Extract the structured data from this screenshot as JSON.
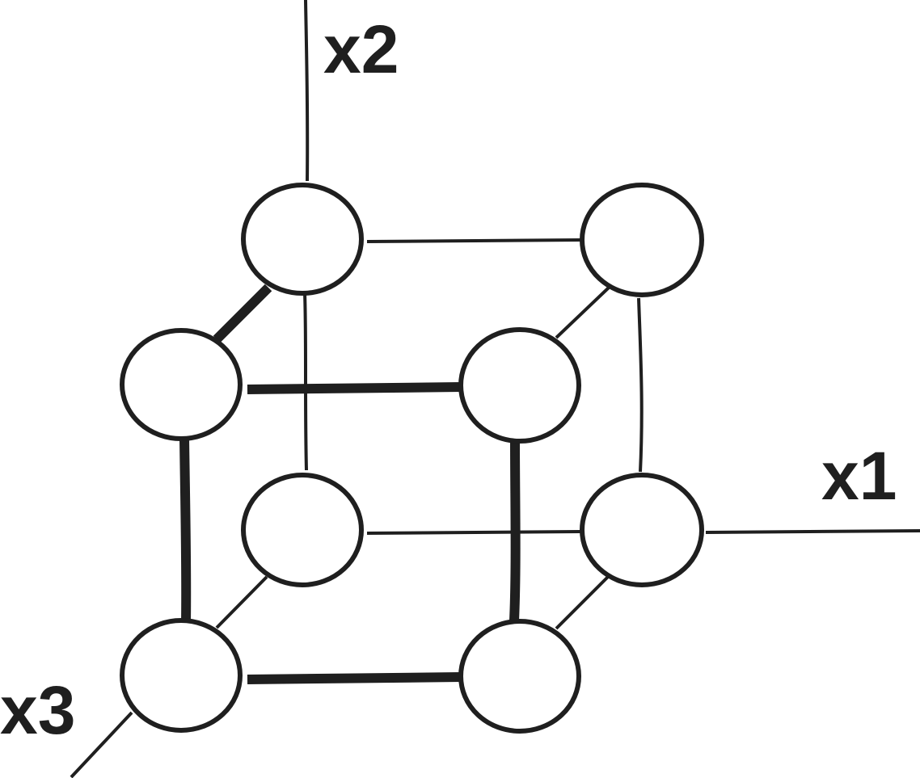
{
  "diagram": {
    "axes": {
      "x1": "x1",
      "x2": "x2",
      "x3": "x3"
    },
    "colors": {
      "ink": "#1f1f1f",
      "node_fill": "#ffffff",
      "background": "#ffffff"
    }
  }
}
